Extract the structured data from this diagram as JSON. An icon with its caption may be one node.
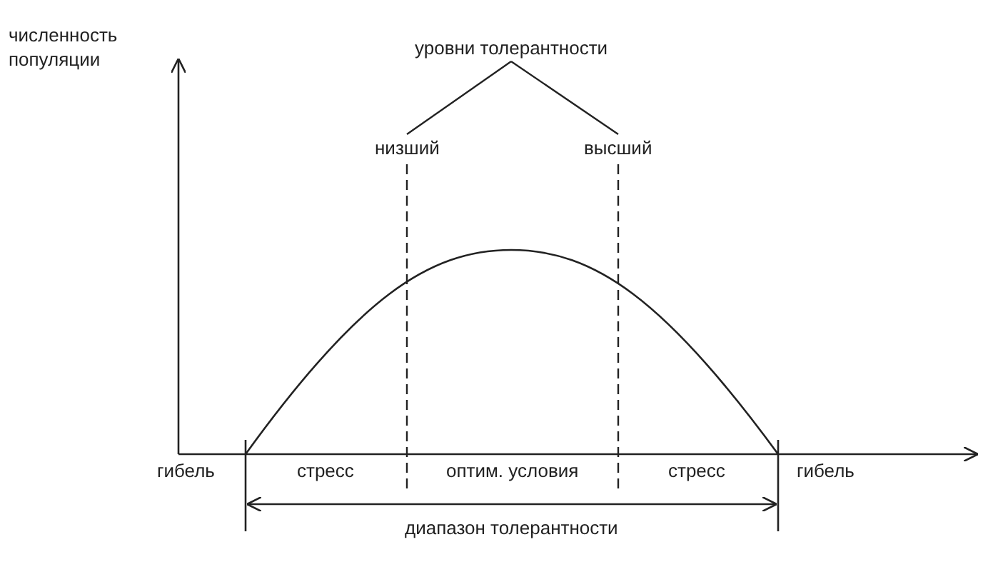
{
  "diagram": {
    "nodes": [
      {
        "text": [
          "уровни толерантности"
        ]
      },
      {
        "text": [
          "низший"
        ]
      },
      {
        "text": [
          "высший"
        ]
      }
    ],
    "edges": [
      {
        "from": 0,
        "to": 1,
        "arrow": "none"
      },
      {
        "from": 0,
        "to": 2,
        "arrow": "none"
      },
      {
        "from": 1,
        "to": null,
        "arrow": "none",
        "style": "dashed"
      },
      {
        "from": 2,
        "to": null,
        "arrow": "none",
        "style": "dashed"
      }
    ],
    "labels": [
      "численность популяции",
      "гибель",
      "стресс",
      "оптим. условия",
      "стресс",
      "гибель",
      "диапазон толерантности"
    ]
  }
}
